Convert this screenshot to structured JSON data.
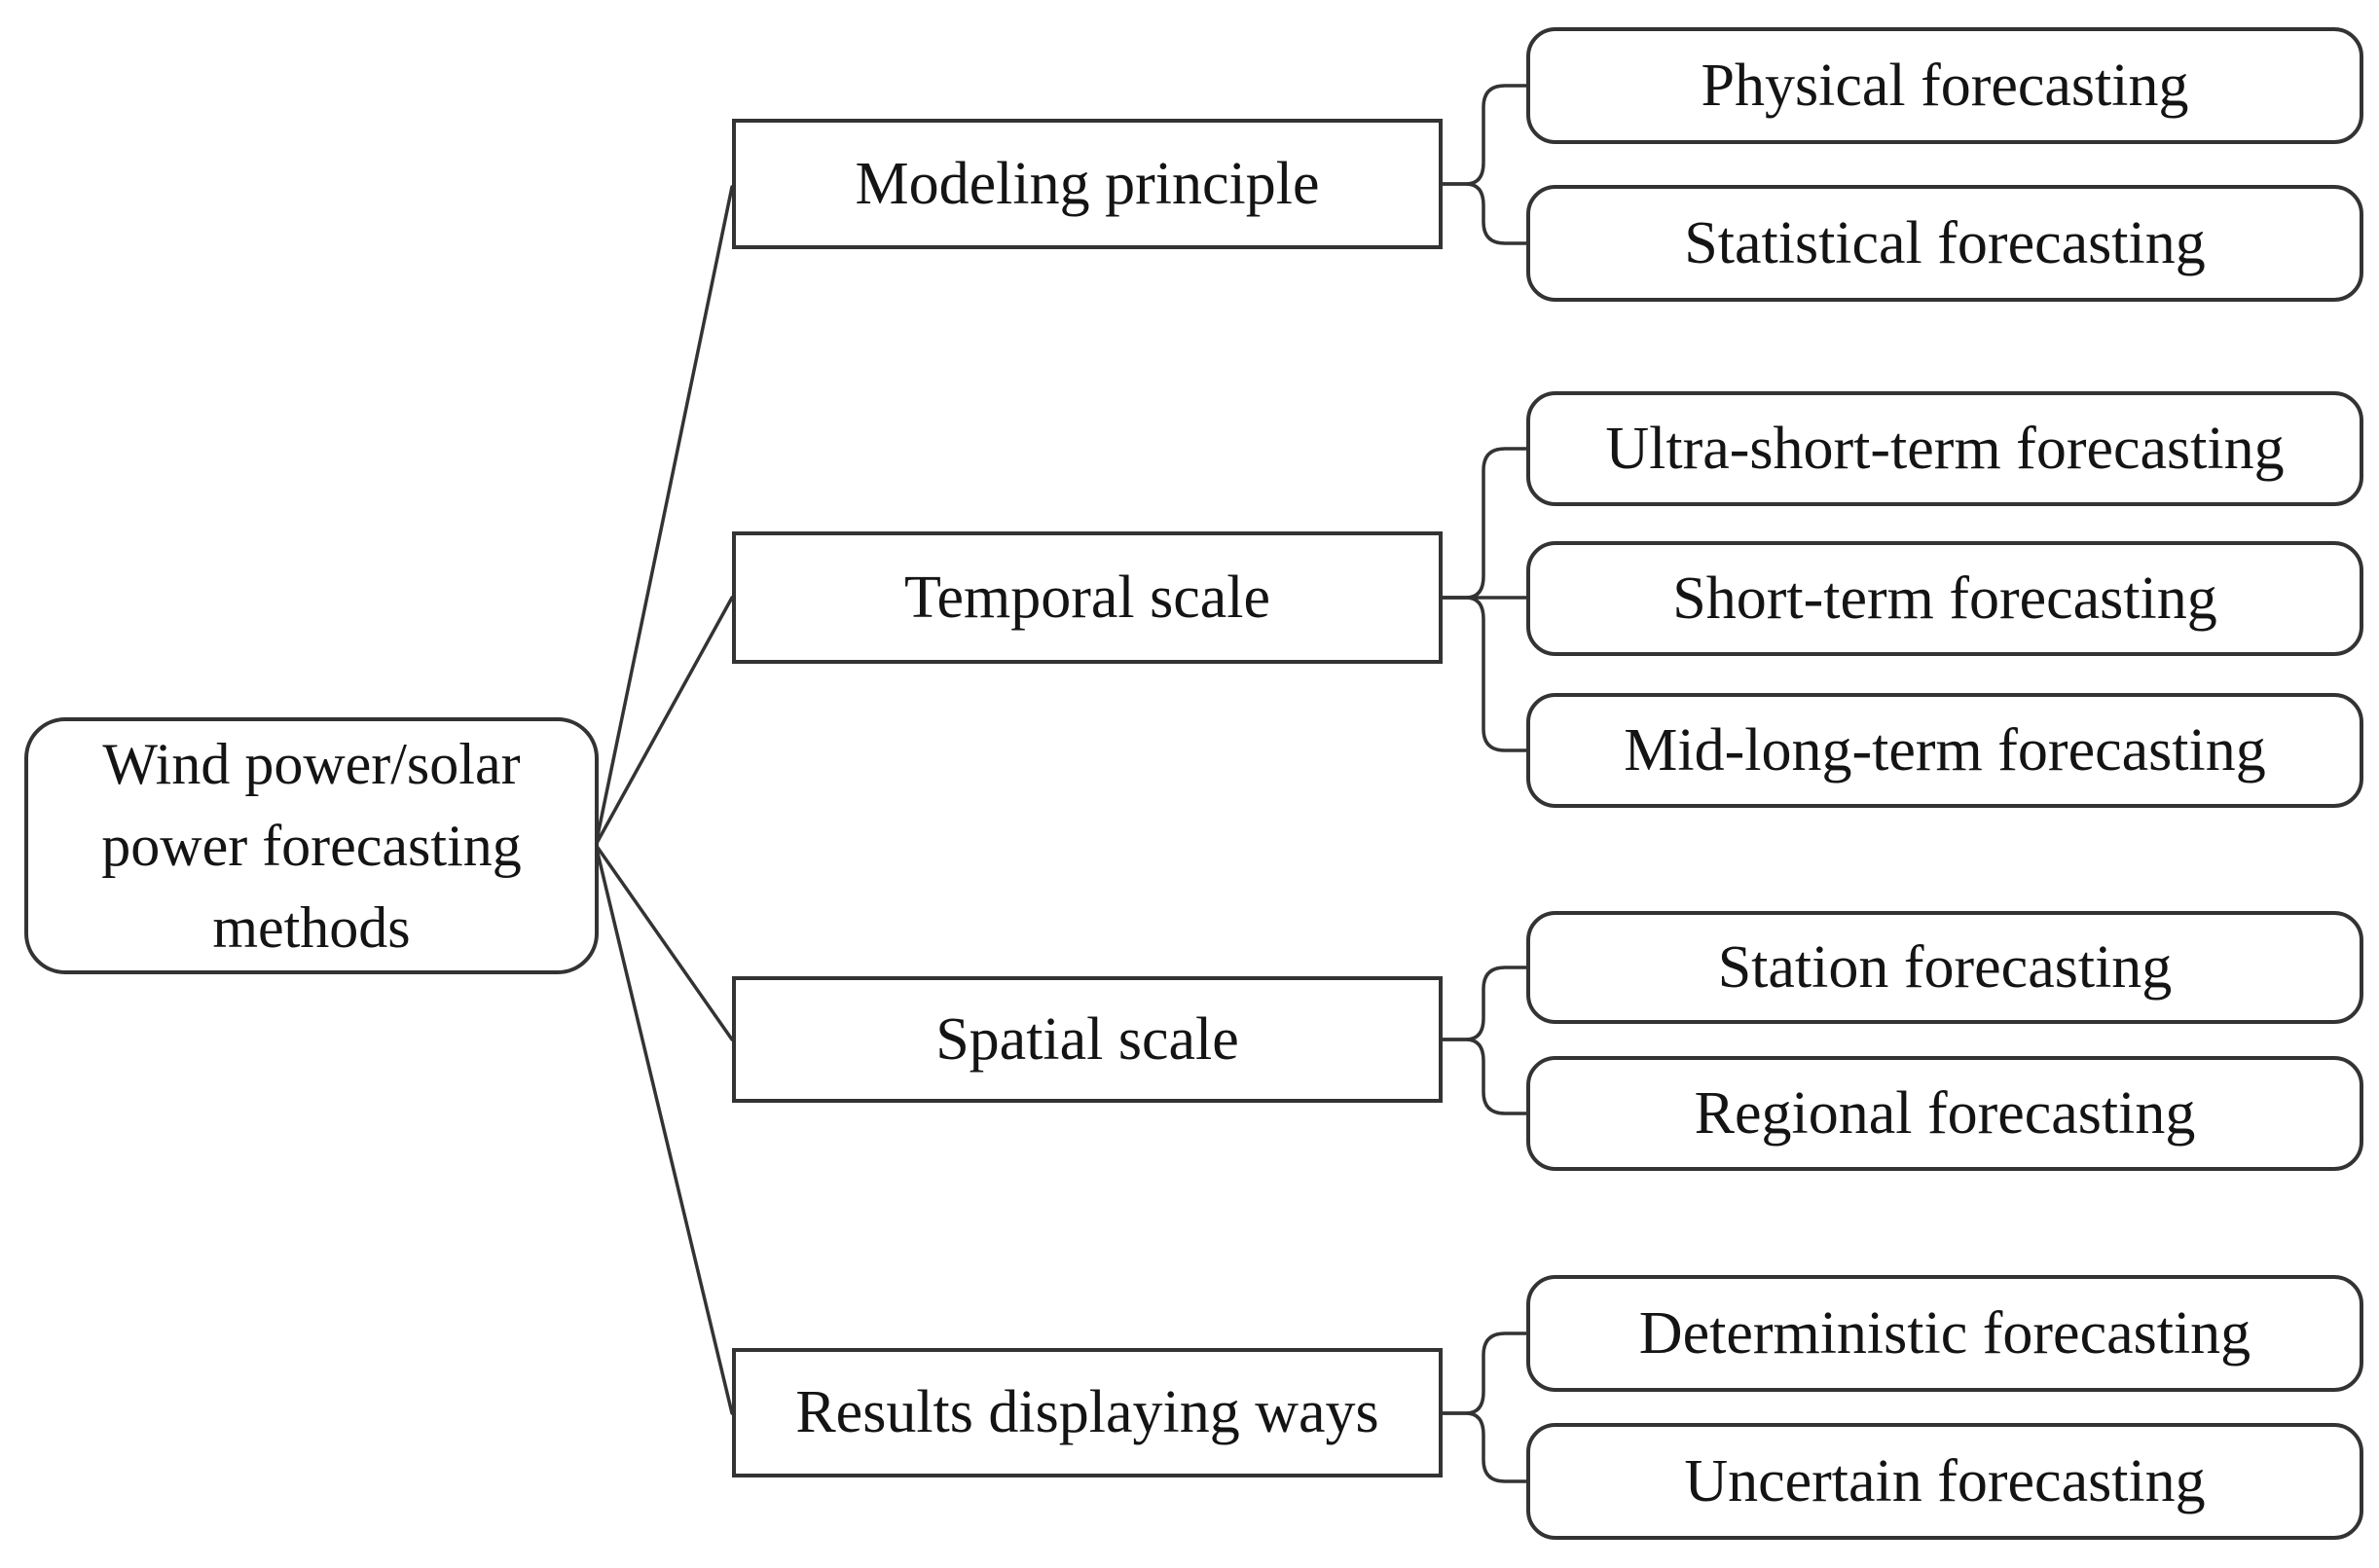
{
  "diagram": {
    "root": {
      "label": "Wind power/solar power forecasting methods",
      "label_lines": [
        "Wind power/solar",
        "power forecasting",
        "methods"
      ]
    },
    "categories": [
      {
        "label": "Modeling principle",
        "children": [
          "Physical forecasting",
          "Statistical forecasting"
        ]
      },
      {
        "label": "Temporal scale",
        "children": [
          "Ultra-short-term forecasting",
          "Short-term forecasting",
          "Mid-long-term forecasting"
        ]
      },
      {
        "label": "Spatial scale",
        "children": [
          "Station forecasting",
          "Regional forecasting"
        ]
      },
      {
        "label": "Results displaying ways",
        "children": [
          "Deterministic forecasting",
          "Uncertain forecasting"
        ]
      }
    ],
    "colors": {
      "stroke": "#333333",
      "text": "#141414",
      "background": "#ffffff"
    }
  }
}
